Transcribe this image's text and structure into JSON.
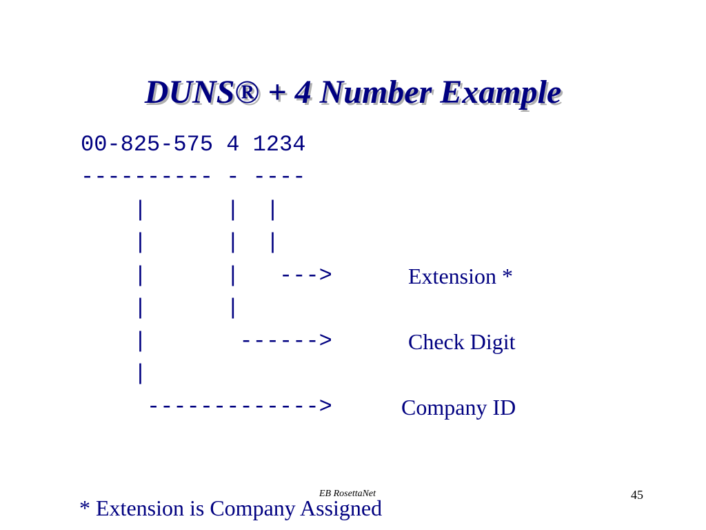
{
  "slide": {
    "title": "DUNS® + 4 Number Example",
    "lines": [
      "00-825-575 4 1234",
      "---------- - ----",
      "    |      |  |",
      "    |      |  |",
      "    |      |   --->",
      "    |      |",
      "    |       ------>",
      "    |",
      "     ------------->"
    ],
    "labels": {
      "extension": "Extension *",
      "check_digit": "Check Digit",
      "company_id": "Company ID"
    },
    "footer": {
      "center": "EB RosettaNet",
      "page_number": "45"
    },
    "footnote": "* Extension is Company Assigned"
  }
}
